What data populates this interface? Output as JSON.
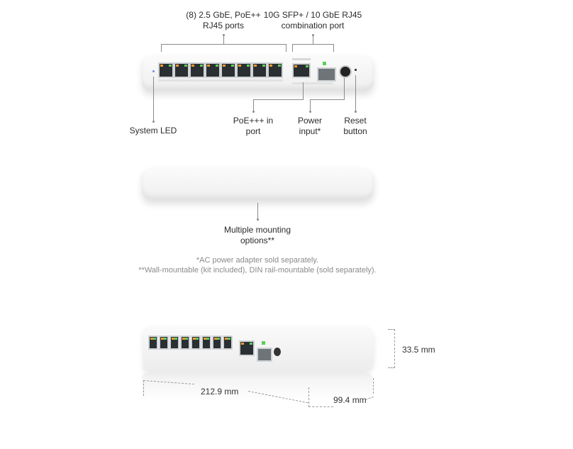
{
  "front_view": {
    "callouts": {
      "rj45_ports": [
        "(8) 2.5 GbE, PoE++",
        "RJ45 ports"
      ],
      "combo_port": [
        "10G SFP+ / 10 GbE RJ45",
        "combination port"
      ],
      "system_led": "System LED",
      "poe_in_port": [
        "PoE+++ in",
        "port"
      ],
      "power_input": [
        "Power",
        "input*"
      ],
      "reset_button": [
        "Reset",
        "button"
      ]
    }
  },
  "side_view": {
    "callout": [
      "Multiple mounting",
      "options**"
    ]
  },
  "footnotes": [
    "*AC power adapter sold separately.",
    "**Wall-mountable (kit included), DIN rail-mountable (sold separately)."
  ],
  "dimensions": {
    "height": "33.5 mm",
    "width": "212.9 mm",
    "depth": "99.4 mm"
  },
  "colors": {
    "led_orange": "#f39a2b",
    "led_green": "#5bd05b",
    "system_led": "#6d8cf0"
  }
}
